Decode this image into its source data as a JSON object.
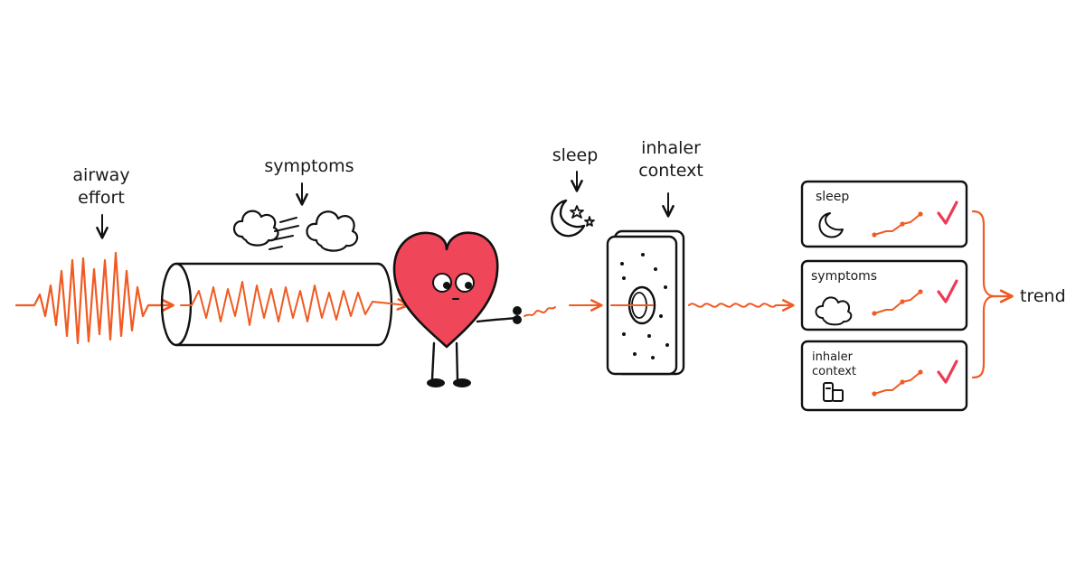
{
  "labels": {
    "airway_line1": "airway",
    "airway_line2": "effort",
    "symptoms": "symptoms",
    "sleep": "sleep",
    "inhaler_line1": "inhaler",
    "inhaler_line2": "context",
    "trend": "trend"
  },
  "cards": [
    {
      "label_line1": "sleep",
      "label_line2": "",
      "icon": "moon-icon"
    },
    {
      "label_line1": "symptoms",
      "label_line2": "",
      "icon": "cloud-icon"
    },
    {
      "label_line1": "inhaler",
      "label_line2": "context",
      "icon": "inhaler-icon"
    }
  ],
  "colors": {
    "signal": "#f15a22",
    "heart": "#f0465a",
    "check": "#ee3a57",
    "ink": "#111111"
  }
}
